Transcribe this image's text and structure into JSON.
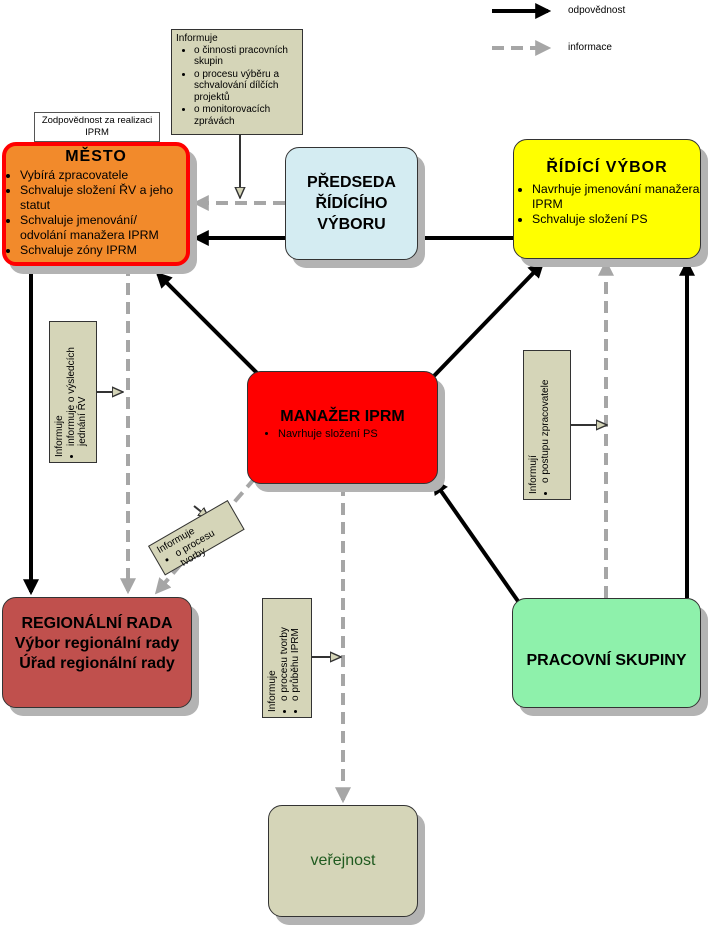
{
  "nodes": {
    "mesto": {
      "title": "MĚSTO",
      "items": [
        "Vybírá zpracovatele",
        "Schvaluje složení ŘV a jeho statut",
        "Schvaluje jmenování/ odvolání manažera IPRM",
        "Schvaluje zóny IPRM"
      ]
    },
    "predseda": {
      "title": "PŘEDSEDA ŘÍDÍCÍHO VÝBORU"
    },
    "ridici": {
      "title": "ŘÍDÍCÍ VÝBOR",
      "items": [
        "Navrhuje jmenování manažera IPRM",
        "Schvaluje složení PS"
      ]
    },
    "manazer": {
      "title": "MANAŽER IPRM",
      "items": [
        "Navrhuje složení PS"
      ]
    },
    "regionalni": {
      "title": "REGIONÁLNÍ RADA",
      "line2": "Výbor regionální rady",
      "line3": "Úřad regionální rady"
    },
    "pracovni": {
      "title": "PRACOVNÍ SKUPINY"
    },
    "verejnost": {
      "label": "veřejnost"
    }
  },
  "notes": {
    "top": {
      "heading": "Informuje",
      "items": [
        "o činnosti pracovních skupin",
        "o procesu výběru a schvalování dílčích projektů",
        "o monitorovacích zprávách"
      ]
    },
    "zodpovednost": "Zodpovědnost za realizaci IPRM",
    "left": {
      "heading": "Informuje",
      "items": [
        "informuje o výsledcích jednání ŘV"
      ]
    },
    "diagonal": {
      "heading": "Informuje",
      "items": [
        "o procesu tvorby"
      ]
    },
    "middle": {
      "heading": "Informuje",
      "items": [
        "o procesu tvorby",
        "o průběhu IPRM"
      ]
    },
    "right": {
      "heading": "Informují",
      "items": [
        "o postupu zpracovatele"
      ]
    }
  },
  "legend": {
    "responsibility": "odpovědnost",
    "information": "informace"
  },
  "colors": {
    "responsibility_arrow": "#000000",
    "information_arrow": "#a6a6a6"
  }
}
